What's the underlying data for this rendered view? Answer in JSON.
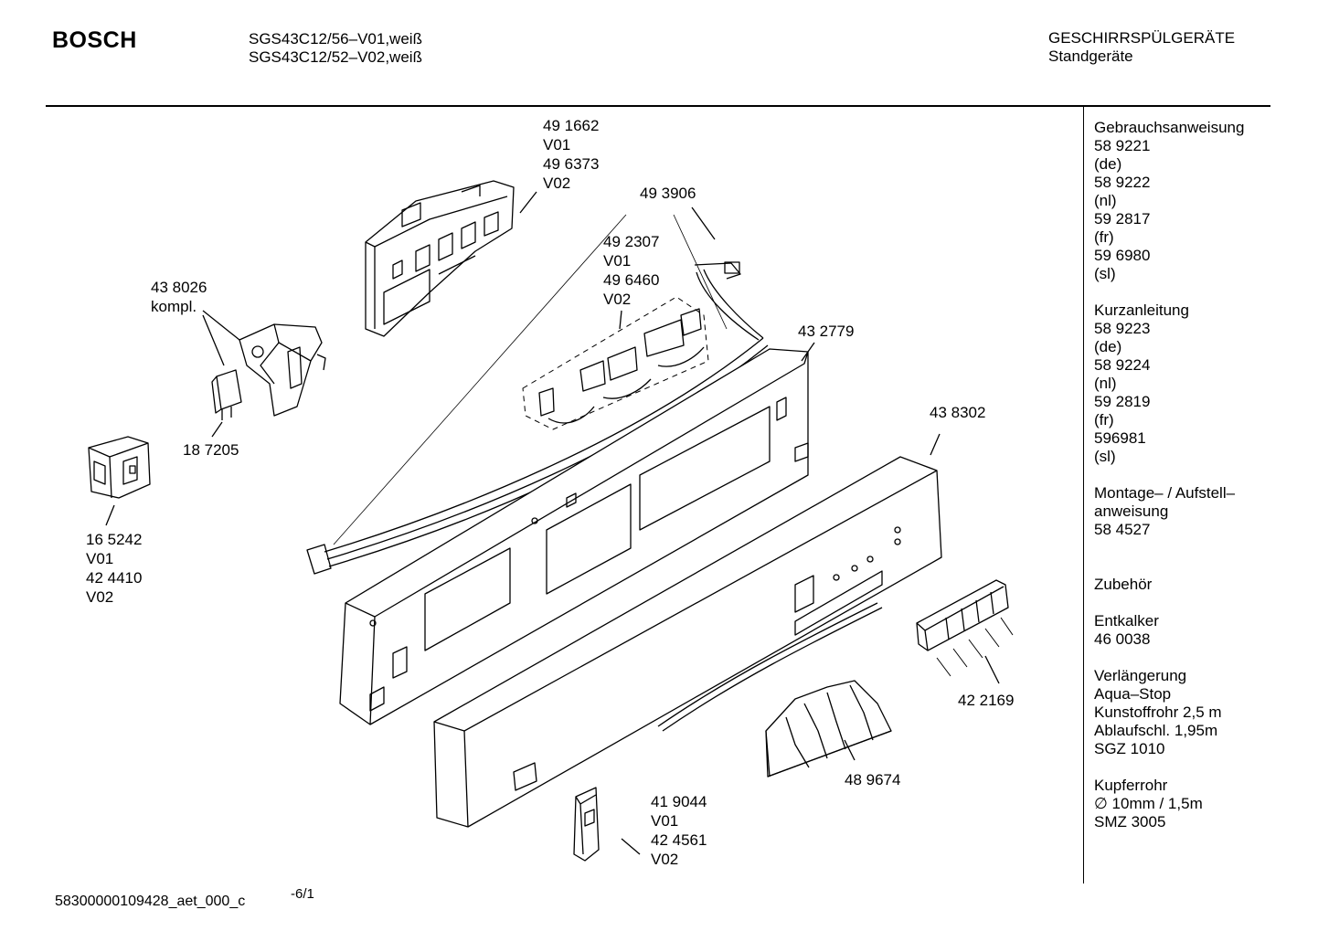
{
  "header": {
    "brand": "BOSCH",
    "model_line1": "SGS43C12/56–V01,weiß",
    "model_line2": "SGS43C12/52–V02,weiß",
    "category": "GESCHIRRSPÜLGERÄTE",
    "subcategory": "Standgeräte"
  },
  "labels": {
    "l491662": [
      "49 1662",
      "V01",
      "49 6373",
      "V02"
    ],
    "l493906": [
      "49 3906"
    ],
    "l492307": [
      "49 2307",
      "V01",
      "49 6460",
      "V02"
    ],
    "l438026": [
      "43 8026",
      "kompl."
    ],
    "l432779": [
      "43 2779"
    ],
    "l187205": [
      "18 7205"
    ],
    "l438302": [
      "43 8302"
    ],
    "l165242": [
      "16 5242",
      "V01",
      "42 4410",
      "V02"
    ],
    "l422169": [
      "42 2169"
    ],
    "l489674": [
      "48 9674"
    ],
    "l419044": [
      "41 9044",
      "V01",
      "42 4561",
      "V02"
    ]
  },
  "sidebar": [
    {
      "lines": [
        "Gebrauchsanweisung",
        "58 9221",
        "(de)",
        "58 9222",
        "(nl)",
        "59 2817",
        "(fr)",
        "59 6980",
        "(sl)"
      ]
    },
    {
      "lines": [
        "Kurzanleitung",
        "58 9223",
        "(de)",
        "58 9224",
        "(nl)",
        "59 2819",
        "(fr)",
        "596981",
        "(sl)"
      ]
    },
    {
      "lines": [
        "Montage– / Aufstell–",
        "anweisung",
        "58 4527"
      ]
    },
    {
      "lines": [
        "",
        "Zubehör"
      ]
    },
    {
      "lines": [
        "Entkalker",
        "46 0038"
      ]
    },
    {
      "lines": [
        "Verlängerung",
        "Aqua–Stop",
        "Kunstoffrohr 2,5 m",
        "Ablaufschl. 1,95m",
        "SGZ 1010"
      ]
    },
    {
      "lines": [
        "Kupferrohr",
        "∅ 10mm / 1,5m",
        "SMZ 3005"
      ]
    }
  ],
  "footer": {
    "doc_id": "58300000109428_aet_000_c",
    "page": "-6/1"
  }
}
